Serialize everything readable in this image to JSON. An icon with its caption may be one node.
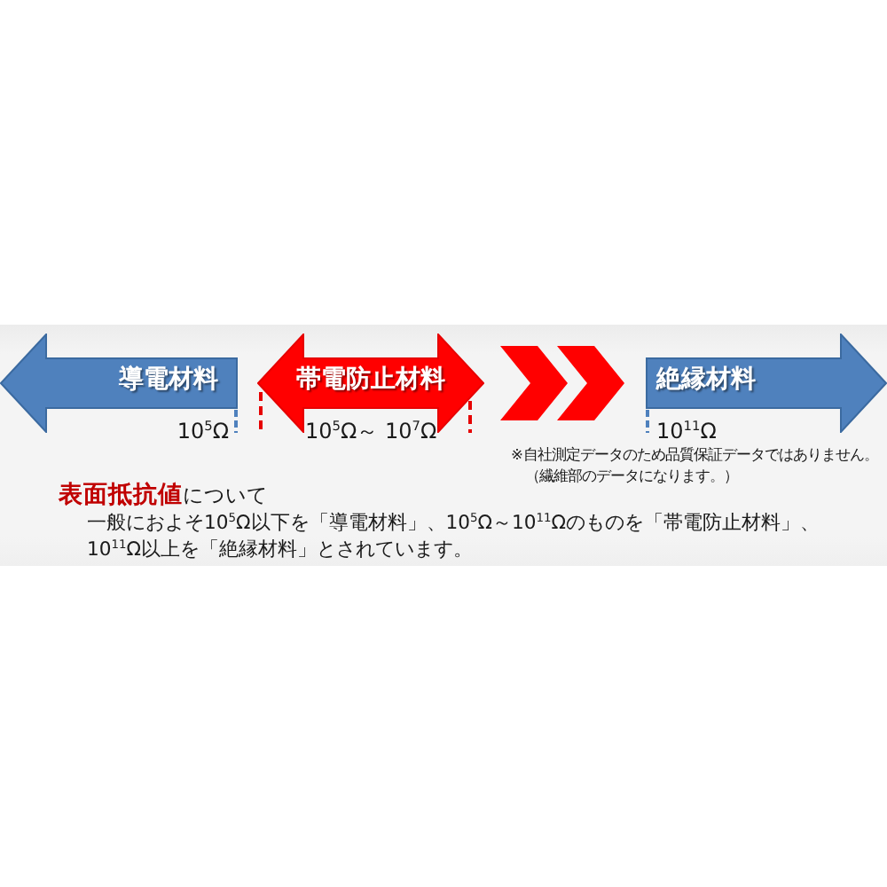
{
  "diagram": {
    "title": "**表面抵抗値**について",
    "nodes": [
      {
        "text": [
          "導電材料"
        ],
        "beside": [
          "10$^{5}$Ω"
        ]
      },
      {
        "text": [
          "帯電防止材料"
        ],
        "beside": [
          "10$^{5}$Ω～ 10$^{7}$Ω"
        ]
      },
      {
        "text": [
          "絶縁材料"
        ],
        "beside": [
          "10$^{11}$Ω"
        ]
      }
    ],
    "edges": [
      {
        "from": 1,
        "to": 2,
        "arrow": "to"
      }
    ],
    "labels": [
      "※自社測定データのため品質保証データではありません。",
      "（繊維部のデータになります。）",
      "一般におよそ10$^{5}$Ω以下を「導電材料」、10$^{5}$Ω～10$^{11}$Ωのものを「帯電防止材料」、10$^{11}$Ω以上を「絶縁材料」とされています。"
    ]
  }
}
